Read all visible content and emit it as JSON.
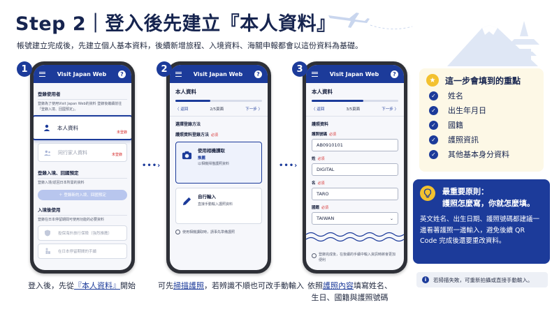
{
  "header": {
    "title": "Step 2｜登入後先建立『本人資料』",
    "subtitle": "帳號建立完成後，先建立個人基本資料，後續新增旅程、入境資料、海關申報都會以這份資料為基礎。"
  },
  "app": {
    "title": "Visit Japan Web",
    "help": "?"
  },
  "phone1": {
    "step": "1",
    "section1": "登錄使用者",
    "section1_desc": "登錄為了使用Visit Japan Web的資料 登錄後繼續前往「登錄入境、回國預定」。",
    "card_self": "本人資料",
    "card_self_tag": "未登錄",
    "card_companion": "同行家人資料",
    "card_companion_tag": "未登錄",
    "section2": "登錄入境、回國預定",
    "section2_desc": "登錄入境/返回日本所需的資料",
    "add_trip_btn": "＋ 登錄新的入境、回國預定",
    "section3": "入境後使用",
    "section3_desc": "登錄在日本停留期間可使用功能的必要資料",
    "card_insurance": "投保海外旅行保險（強烈推薦）",
    "card_procedures": "在日本停留期間的手續"
  },
  "phone2": {
    "step": "2",
    "page_title": "本人資料",
    "progress": 0.4,
    "back": "〈 返回",
    "page_num": "2/5頁面",
    "next": "下一步 〉",
    "section": "選擇登錄方法",
    "method_label": "護照資料登錄方法",
    "required": "必須",
    "opt_camera_title": "使用相機讀取",
    "opt_camera_badge": "推薦",
    "opt_camera_desc": "以相機掃描護照資料",
    "opt_manual_title": "自行輸入",
    "opt_manual_desc": "直接手動輸入護照資料",
    "note": "使用相機讀取時，請事先準備護照"
  },
  "phone3": {
    "step": "3",
    "page_title": "本人資料",
    "progress": 0.6,
    "back": "〈 返回",
    "page_num": "3/5頁面",
    "next": "下一步 〉",
    "section": "護照資料",
    "required": "必須",
    "passport_label": "護照號碼",
    "passport_value": "AB0910101",
    "surname_label": "姓",
    "surname_value": "DIGITAL",
    "given_label": "名",
    "given_value": "TARO",
    "nationality_label": "國籍",
    "nationality_value": "TAIWAN",
    "bottom_note": "登錄完成後，在後續的手續中輸入資訊時將會更加便利"
  },
  "captions": {
    "c1_pre": "登入後，先從",
    "c1_hl": "『本人資料』",
    "c1_post": "開始",
    "c2_pre": "可先",
    "c2_hl": "掃描護照",
    "c2_post": "，若辨識不順也可改手動輸入",
    "c3_pre": "依照",
    "c3_hl": "護照內容",
    "c3_post": "填寫姓名、",
    "c3_line2": "生日、國籍與護照號碼"
  },
  "panel_fields": {
    "title": "這一步會填到的重點",
    "items": [
      "姓名",
      "出生年月日",
      "國籍",
      "護照資訊",
      "其他基本身分資料"
    ]
  },
  "panel_principle": {
    "title_line1": "最重要原則：",
    "title_line2": "護照怎麼寫，你就怎麼填。",
    "body": "英文姓名、出生日期、護照號碼都建議一邊看著護照一邊輸入，避免後續 QR Code 完成後還要重改資料。"
  },
  "tip": {
    "text": "若掃描失敗，可重新拍攝或直接手動輸入。"
  },
  "colors": {
    "primary": "#1c3b9a",
    "accent": "#f3c12f",
    "required": "#d63030",
    "panel_bg": "#fdf8e6"
  }
}
